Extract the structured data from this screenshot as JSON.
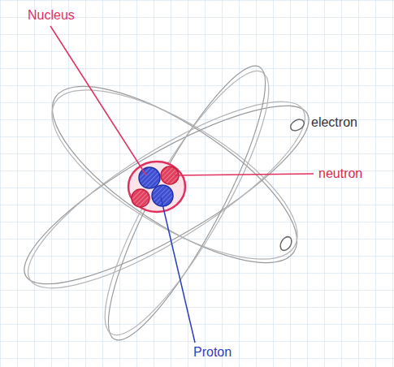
{
  "diagram": {
    "labels": [
      "Nucleus",
      "electron",
      "neutron",
      "Proton"
    ]
  }
}
